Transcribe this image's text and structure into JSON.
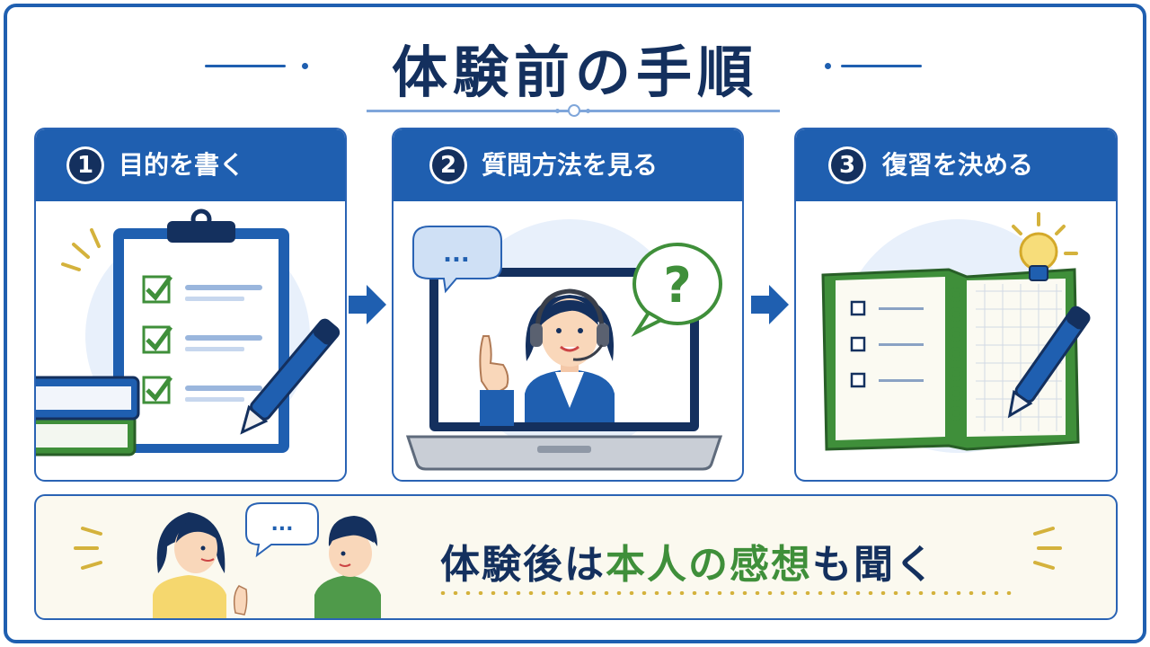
{
  "title": "体験前の手順",
  "steps": [
    {
      "number": "1",
      "label": "目的を書く"
    },
    {
      "number": "2",
      "label": "質問方法を見る"
    },
    {
      "number": "3",
      "label": "復習を決める"
    }
  ],
  "bottom": {
    "prefix": "体験後は",
    "highlight": "本人の感想",
    "suffix": "も聞く"
  },
  "icons": {
    "speech_dots": "...",
    "question_mark": "?"
  },
  "colors": {
    "primary": "#1f5fb0",
    "navy": "#14305e",
    "green": "#3f8f3a",
    "yellow": "#d4b23c"
  }
}
